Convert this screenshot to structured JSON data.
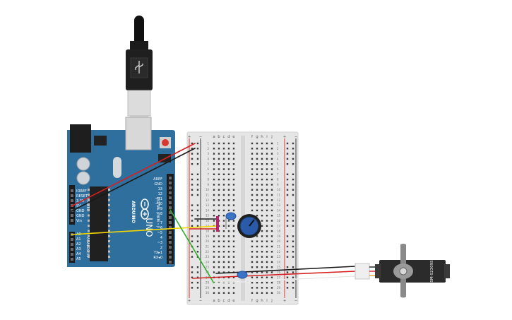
{
  "colors": {
    "arduino_board": "#2f6f9e",
    "breadboard": "#e6e6e6",
    "power_rail_red": "#d9382f",
    "ground_rail_black": "#3a3a3a",
    "wire_red": "#d62020",
    "wire_black": "#1a1a1a",
    "wire_yellow": "#f2d600",
    "wire_green": "#2fae2a",
    "wire_white": "#f4f4f4",
    "servo_body": "#2b2b2b",
    "servo_horn": "#8a8a8a",
    "capacitor": "#3a74c6",
    "potentiometer": "#2a5aa8"
  },
  "usb_cable": {
    "icon": "usb-plug-icon"
  },
  "arduino": {
    "brand": "ARDUINO",
    "model": "UNO",
    "power_header_labels": [
      "IOREF",
      "RESET",
      "3.3V",
      "5V",
      "GND",
      "GND",
      "Vin"
    ],
    "analog_header_labels": [
      "A0",
      "A1",
      "A2",
      "A3",
      "A4",
      "A5"
    ],
    "power_section_label": "POWER",
    "analog_section_label": "ANALOG IN",
    "digital_top_labels": [
      "AREF",
      "GND",
      "13",
      "12",
      "~11",
      "~10",
      "~9",
      "8"
    ],
    "digital_bottom_labels": [
      "7",
      "~6",
      "~5",
      "4",
      "~3",
      "2",
      "TX▸1",
      "RX◂0"
    ],
    "digital_section_label": "DIGITAL (PWM ~)",
    "reset_button_icon": "reset-button-icon"
  },
  "breadboard": {
    "column_letters_left": [
      "a",
      "b",
      "c",
      "d",
      "e"
    ],
    "column_letters_right": [
      "f",
      "g",
      "h",
      "i",
      "j"
    ],
    "rail_plus": "+",
    "rail_minus": "−",
    "row_numbers": [
      "1",
      "2",
      "3",
      "4",
      "5",
      "6",
      "7",
      "8",
      "9",
      "10",
      "11",
      "12",
      "13",
      "14",
      "15",
      "16",
      "17",
      "18",
      "19",
      "20",
      "21",
      "22",
      "23",
      "24",
      "25",
      "26",
      "27",
      "28",
      "29",
      "30"
    ]
  },
  "potentiometer": {
    "icon": "potentiometer-knob-icon"
  },
  "servo": {
    "label": "SM-S2309S",
    "icon": "servo-motor-icon"
  }
}
